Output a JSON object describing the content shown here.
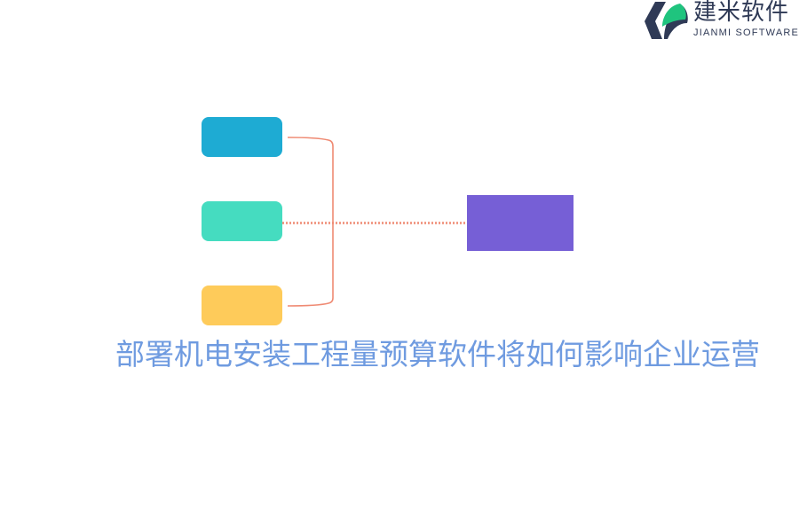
{
  "brand": {
    "name_cn": "建米软件",
    "name_en": "JIANMI SOFTWARE",
    "colors": {
      "dark": "#2f3a56",
      "green": "#1fc47e"
    }
  },
  "diagram": {
    "title": "部署机电安装工程量预算软件将如何影响企业运营",
    "title_color": "#6f9be0",
    "source_boxes": [
      {
        "label": "",
        "color": "#1eabd3"
      },
      {
        "label": "",
        "color": "#45dcc0"
      },
      {
        "label": "",
        "color": "#fecb5a"
      }
    ],
    "target_box": {
      "label": "",
      "color": "#765fd6"
    },
    "connector_color": "#ef8a73"
  }
}
